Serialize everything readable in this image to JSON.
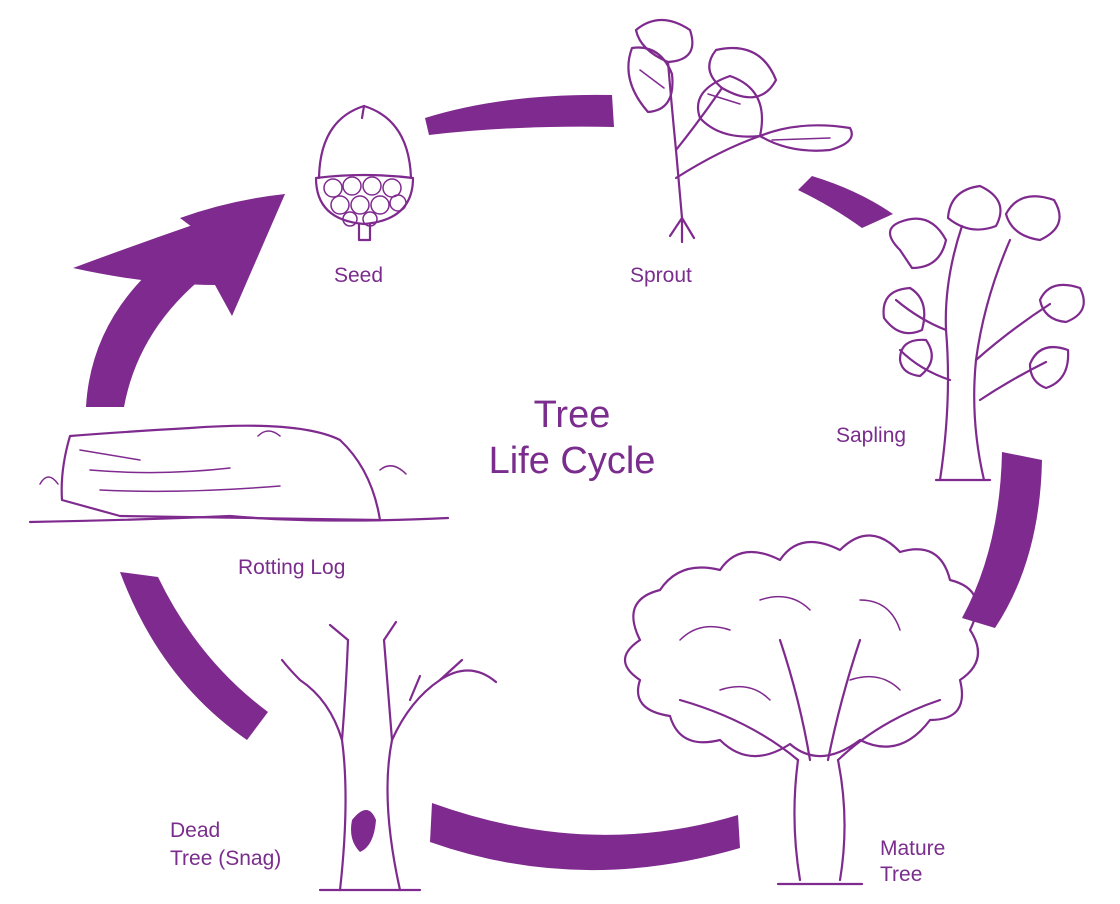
{
  "title": {
    "line1": "Tree",
    "line2": "Life Cycle"
  },
  "stages": [
    {
      "label": "Seed"
    },
    {
      "label": "Sprout"
    },
    {
      "label": "Sapling"
    },
    {
      "label": "Mature",
      "label2": "Tree"
    },
    {
      "label": "Dead",
      "label2": "Tree (Snag)"
    },
    {
      "label": "Rotting Log"
    }
  ],
  "colors": {
    "accent": "#7f2a8e",
    "text": "#7a2d8c",
    "background": "#ffffff"
  }
}
